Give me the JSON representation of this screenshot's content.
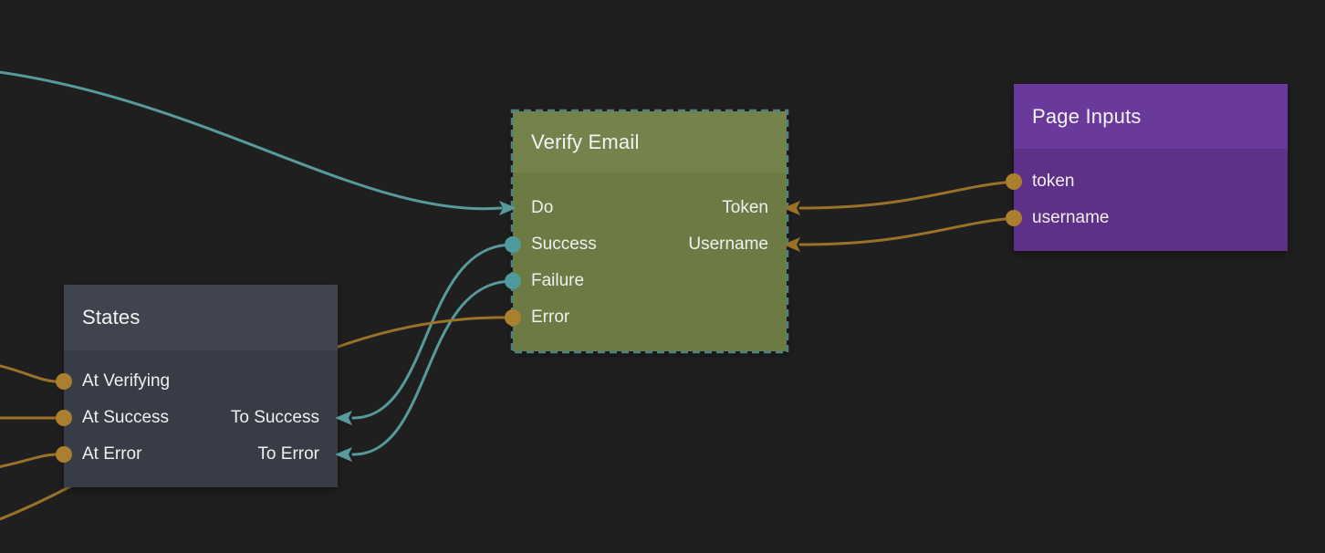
{
  "editor": {
    "background_color": "#1f1f20",
    "description": "Visual node graph canvas"
  },
  "palette": {
    "signal_wire_teal": "#579a9b",
    "data_wire_orange": "#9a7129",
    "signal_port_teal": "#4f9a9c",
    "data_port_orange": "#aa7f30",
    "selection_dash_teal": "#4d8184",
    "verify_email_header": "#74824b",
    "verify_email_body": "#6c7a43",
    "page_inputs_header": "#693a9b",
    "page_inputs_body": "#5d3188",
    "states_header": "#3f444e",
    "states_body": "#383c46",
    "text": "#f0f0f0"
  },
  "nodes": {
    "verify_email": {
      "title": "Verify Email",
      "selected": true,
      "rows": [
        {
          "left": "Do",
          "right": "Token"
        },
        {
          "left": "Success",
          "right": "Username"
        },
        {
          "left": "Failure",
          "right": ""
        },
        {
          "left": "Error",
          "right": ""
        }
      ]
    },
    "page_inputs": {
      "title": "Page Inputs",
      "selected": false,
      "rows": [
        {
          "left": "token",
          "right": ""
        },
        {
          "left": "username",
          "right": ""
        }
      ]
    },
    "states": {
      "title": "States",
      "selected": false,
      "rows": [
        {
          "left": "At Verifying",
          "right": ""
        },
        {
          "left": "At Success",
          "right": "To Success"
        },
        {
          "left": "At Error",
          "right": "To Error"
        }
      ]
    }
  },
  "connections": [
    {
      "from": "off-canvas-left",
      "to": "Verify Email.Do",
      "color": "teal"
    },
    {
      "from": "Verify Email.Success",
      "to": "States.To Success",
      "color": "teal"
    },
    {
      "from": "Verify Email.Failure",
      "to": "States.To Error",
      "color": "teal"
    },
    {
      "from": "off-canvas-left",
      "to": "Verify Email.Error",
      "color": "orange"
    },
    {
      "from": "Page Inputs.token",
      "to": "Verify Email.Token",
      "color": "orange"
    },
    {
      "from": "Page Inputs.username",
      "to": "Verify Email.Username",
      "color": "orange"
    },
    {
      "from": "off-canvas-left",
      "to": "States.At Verifying",
      "color": "orange"
    },
    {
      "from": "off-canvas-left",
      "to": "States.At Success",
      "color": "orange"
    },
    {
      "from": "off-canvas-left",
      "to": "States.At Error",
      "color": "orange"
    }
  ]
}
